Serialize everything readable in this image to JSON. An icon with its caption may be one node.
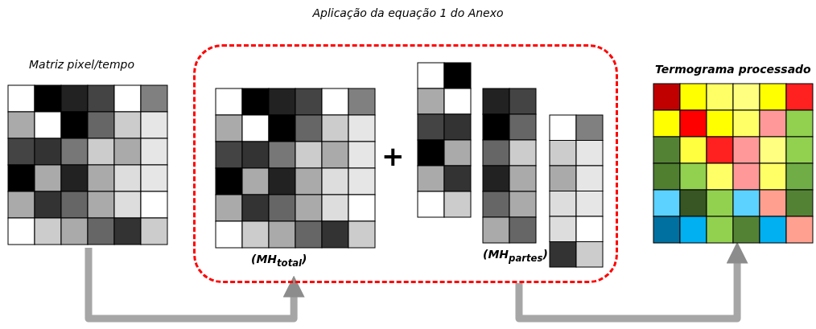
{
  "diagram": {
    "title": "Aplicação da equação 1 do Anexo",
    "nodes": [
      {
        "text": [
          "Matriz pixel/tempo"
        ]
      },
      {
        "text": [],
        "shape": "box"
      },
      {
        "text": [
          "(MH$_{total}$)"
        ],
        "in": 1
      },
      {
        "text": [],
        "shape": "box",
        "in": 1
      },
      {
        "text": [
          "(MH$_{partes}$)"
        ],
        "in": 1
      },
      {
        "text": [],
        "shape": "box",
        "in": 1
      },
      {
        "text": [
          "Termograma processado"
        ]
      }
    ],
    "edges": [
      {
        "from": 0,
        "to": 1,
        "arrow": "to"
      },
      {
        "from": 1,
        "to": 6,
        "arrow": "to"
      }
    ],
    "labels": [
      "+"
    ]
  }
}
